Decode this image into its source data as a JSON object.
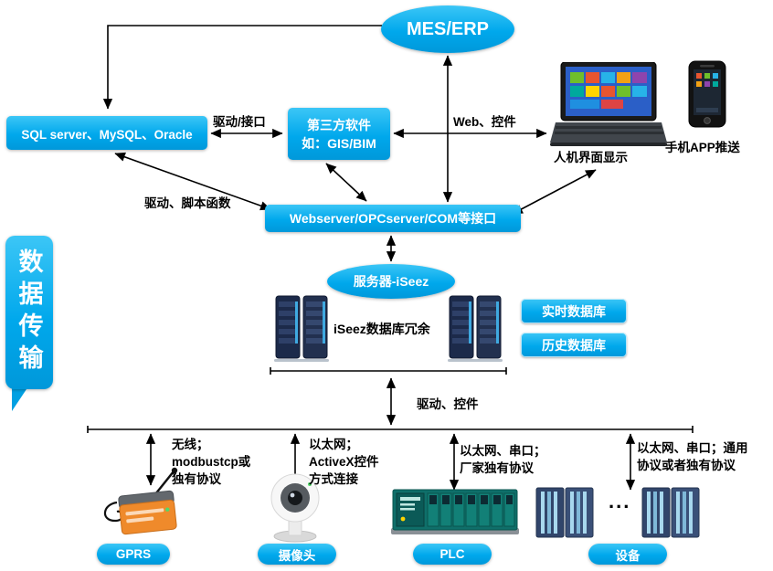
{
  "nodes": {
    "mes_erp": "MES/ERP",
    "sql": "SQL server、MySQL、Oracle",
    "third_party_l1": "第三方软件",
    "third_party_l2": "如：GIS/BIM",
    "webserver": "Webserver/OPCserver/COM等接口",
    "server_iseez": "服务器-iSeez",
    "iseez_db": "iSeez数据库冗余",
    "realtime_db": "实时数据库",
    "history_db": "历史数据库",
    "banner": "数据传输",
    "hmi": "人机界面显示",
    "phone_app": "手机APP推送"
  },
  "edge_labels": {
    "drive_interface": "驱动/接口",
    "web_control": "Web、控件",
    "drive_script": "驱动、脚本函数",
    "drive_control": "驱动、控件",
    "wireless_l1": "无线；",
    "wireless_l2": "modbustcp或",
    "wireless_l3": "独有协议",
    "camera_l1": "以太网；",
    "camera_l2": "ActiveX控件",
    "camera_l3": "方式连接",
    "plc_l1": "以太网、串口；",
    "plc_l2": "厂家独有协议",
    "equip_l1": "以太网、串口；通用",
    "equip_l2": "协议或者独有协议"
  },
  "device_labels": {
    "gprs": "GPRS",
    "camera": "摄像头",
    "plc": "PLC",
    "equipment": "设备",
    "ellipsis": "..."
  },
  "colors": {
    "accent_blue": "#00aeef",
    "arrow_black": "#000000"
  }
}
